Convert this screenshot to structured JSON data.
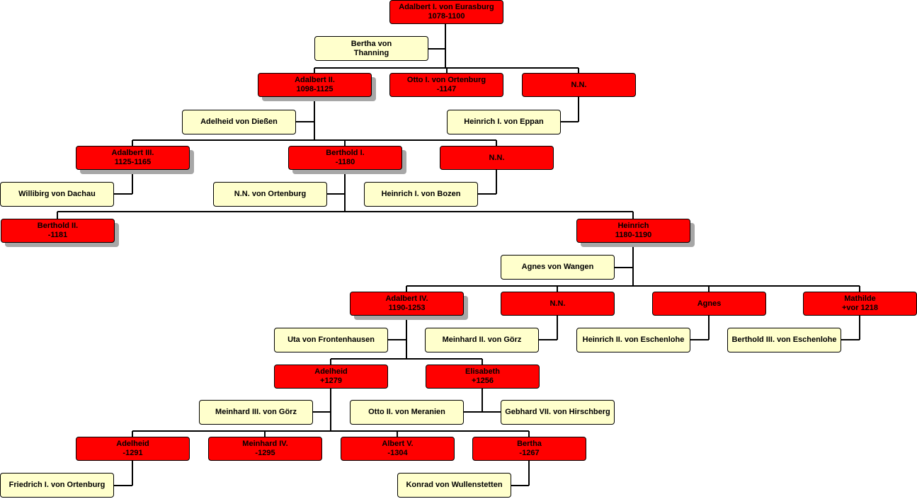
{
  "persons": [
    {
      "id": "p1",
      "kind": "red",
      "shadow": false,
      "lines": [
        "Adalbert I. von Eurasburg",
        "1078-1100"
      ]
    },
    {
      "id": "s1",
      "kind": "cream",
      "shadow": false,
      "lines": [
        "Bertha von",
        "Thanning"
      ]
    },
    {
      "id": "p2",
      "kind": "red",
      "shadow": true,
      "lines": [
        "Adalbert II.",
        "1098-1125"
      ]
    },
    {
      "id": "p3",
      "kind": "red",
      "shadow": false,
      "lines": [
        "Otto I. von Ortenburg",
        "-1147"
      ]
    },
    {
      "id": "p4",
      "kind": "red",
      "shadow": false,
      "lines": [
        "N.N."
      ]
    },
    {
      "id": "s2",
      "kind": "cream",
      "shadow": false,
      "lines": [
        "Adelheid von Dießen"
      ]
    },
    {
      "id": "s3",
      "kind": "cream",
      "shadow": false,
      "lines": [
        "Heinrich I. von Eppan"
      ]
    },
    {
      "id": "p5",
      "kind": "red",
      "shadow": true,
      "lines": [
        "Adalbert III.",
        "1125-1165"
      ]
    },
    {
      "id": "p6",
      "kind": "red",
      "shadow": true,
      "lines": [
        "Berthold I.",
        "-1180"
      ]
    },
    {
      "id": "p7",
      "kind": "red",
      "shadow": false,
      "lines": [
        "N.N."
      ]
    },
    {
      "id": "s4",
      "kind": "cream",
      "shadow": false,
      "lines": [
        "Willibirg von Dachau"
      ]
    },
    {
      "id": "s5",
      "kind": "cream",
      "shadow": false,
      "lines": [
        "N.N. von Ortenburg"
      ]
    },
    {
      "id": "s6",
      "kind": "cream",
      "shadow": false,
      "lines": [
        "Heinrich I. von Bozen"
      ]
    },
    {
      "id": "p8",
      "kind": "red",
      "shadow": true,
      "lines": [
        "Berthold II.",
        "-1181"
      ]
    },
    {
      "id": "p9",
      "kind": "red",
      "shadow": true,
      "lines": [
        "Heinrich",
        "1180-1190"
      ]
    },
    {
      "id": "s7",
      "kind": "cream",
      "shadow": false,
      "lines": [
        "Agnes von Wangen"
      ]
    },
    {
      "id": "p10",
      "kind": "red",
      "shadow": true,
      "lines": [
        "Adalbert IV.",
        "1190-1253"
      ]
    },
    {
      "id": "p11",
      "kind": "red",
      "shadow": false,
      "lines": [
        "N.N."
      ]
    },
    {
      "id": "p12",
      "kind": "red",
      "shadow": false,
      "lines": [
        "Agnes"
      ]
    },
    {
      "id": "p13",
      "kind": "red",
      "shadow": false,
      "lines": [
        "Mathilde",
        "+vor 1218"
      ]
    },
    {
      "id": "s8",
      "kind": "cream",
      "shadow": false,
      "lines": [
        "Uta von Frontenhausen"
      ]
    },
    {
      "id": "s9",
      "kind": "cream",
      "shadow": false,
      "lines": [
        "Meinhard II. von Görz"
      ]
    },
    {
      "id": "s10",
      "kind": "cream",
      "shadow": false,
      "lines": [
        "Heinrich II. von Eschenlohe"
      ]
    },
    {
      "id": "s11",
      "kind": "cream",
      "shadow": false,
      "lines": [
        "Berthold III. von Eschenlohe"
      ]
    },
    {
      "id": "p14",
      "kind": "red",
      "shadow": false,
      "lines": [
        "Adelheid",
        "+1279"
      ]
    },
    {
      "id": "p15",
      "kind": "red",
      "shadow": false,
      "lines": [
        "Elisabeth",
        "+1256"
      ]
    },
    {
      "id": "s12",
      "kind": "cream",
      "shadow": false,
      "lines": [
        "Meinhard III. von Görz"
      ]
    },
    {
      "id": "s13",
      "kind": "cream",
      "shadow": false,
      "lines": [
        "Otto II. von Meranien"
      ]
    },
    {
      "id": "s14",
      "kind": "cream",
      "shadow": false,
      "lines": [
        "Gebhard VII. von Hirschberg"
      ]
    },
    {
      "id": "p16",
      "kind": "red",
      "shadow": false,
      "lines": [
        "Adelheid",
        "-1291"
      ]
    },
    {
      "id": "p17",
      "kind": "red",
      "shadow": false,
      "lines": [
        "Meinhard IV.",
        "-1295"
      ]
    },
    {
      "id": "p18",
      "kind": "red",
      "shadow": false,
      "lines": [
        "Albert V.",
        "-1304"
      ]
    },
    {
      "id": "p19",
      "kind": "red",
      "shadow": false,
      "lines": [
        "Bertha",
        "-1267"
      ]
    },
    {
      "id": "s15",
      "kind": "cream",
      "shadow": false,
      "lines": [
        "Friedrich I. von Ortenburg"
      ]
    },
    {
      "id": "s16",
      "kind": "cream",
      "shadow": false,
      "lines": [
        "Konrad von Wullenstetten"
      ]
    }
  ],
  "colors": {
    "person": "#ff0000",
    "spouse": "#ffffcc",
    "line": "#000000",
    "shadow": "#a7a7a7"
  }
}
